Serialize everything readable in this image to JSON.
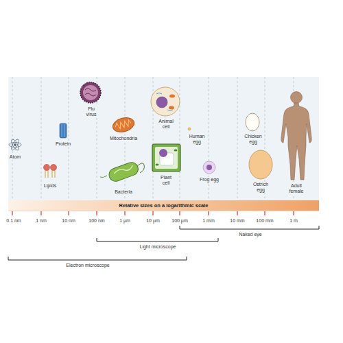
{
  "diagram": {
    "nodes": [
      {
        "text": [
          "Relative sizes on a logarithmic scale"
        ]
      }
    ],
    "labels": [
      "Atom",
      "Lipids",
      "Protein",
      "Flu virus",
      "Mitochondria",
      "Bacteria",
      "Animal cell",
      "Plant cell",
      "Human egg",
      "Frog egg",
      "Chicken egg",
      "Ostrich egg",
      "Adult female",
      "0.1 nm",
      "1 nm",
      "10 nm",
      "100 nm",
      "1 µm",
      "10 µm",
      "100 µm",
      "1 mm",
      "10 mm",
      "100 mm",
      "1 m",
      "Naked eye",
      "Light microscope",
      "Electron microscope"
    ]
  }
}
